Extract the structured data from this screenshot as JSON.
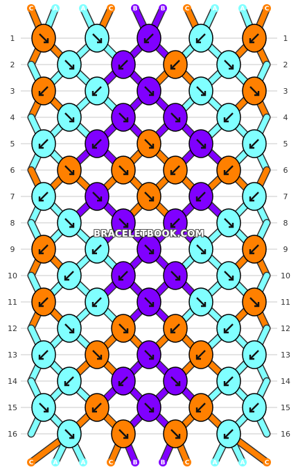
{
  "pattern": {
    "rows": 16,
    "strands_top": [
      "C",
      "A",
      "A",
      "C",
      "B",
      "B",
      "C",
      "A",
      "A",
      "C"
    ],
    "strands_bottom": [
      "C",
      "A",
      "A",
      "C",
      "B",
      "B",
      "C",
      "A",
      "A",
      "C"
    ],
    "colors": {
      "C": "#ff8000",
      "A": "#80ffff",
      "B": "#8000ff",
      "guide": "#c8c8c8",
      "outline": "#000000"
    },
    "knots": [
      [
        "C:↘",
        "A:↘",
        "B:↙",
        "A:↙",
        "C:↙"
      ],
      [
        "A:↘",
        "B:↙",
        "C:↙",
        "A:↘"
      ],
      [
        "C:↙",
        "A:↙",
        "B:↘",
        "A:↘",
        "C:↘"
      ],
      [
        "A:↘",
        "B:↘",
        "B:↘",
        "A:↙"
      ],
      [
        "A:↙",
        "B:↙",
        "C:↘",
        "B:↘",
        "A:↙"
      ],
      [
        "C:↘",
        "C:↘",
        "C:↙",
        "C:↙"
      ],
      [
        "A:↙",
        "B:↘",
        "C:↘",
        "B:↙",
        "A:↙"
      ],
      [
        "A:↘",
        "B:↘",
        "B:↙",
        "A:↘"
      ],
      [
        "C:↙",
        "A:↙",
        "B:↘",
        "A:↘",
        "C:↙"
      ],
      [
        "A:↙",
        "B:↙",
        "B:↘",
        "A:↘"
      ],
      [
        "C:↙",
        "A:↙",
        "B:↘",
        "A:↘",
        "C:↘"
      ],
      [
        "A:↘",
        "C:↘",
        "C:↙",
        "A:↙"
      ],
      [
        "A:↙",
        "C:↘",
        "B:↘",
        "C:↙",
        "A:↙"
      ],
      [
        "A:↙",
        "B:↙",
        "B:↘",
        "A:↙"
      ],
      [
        "A:↘",
        "C:↙",
        "B:↘",
        "C:↙",
        "A:↙"
      ],
      [
        "A:↘",
        "C:↘",
        "C:↘",
        "A:↙"
      ]
    ],
    "watermark": "BRACELETBOOK.COM"
  }
}
